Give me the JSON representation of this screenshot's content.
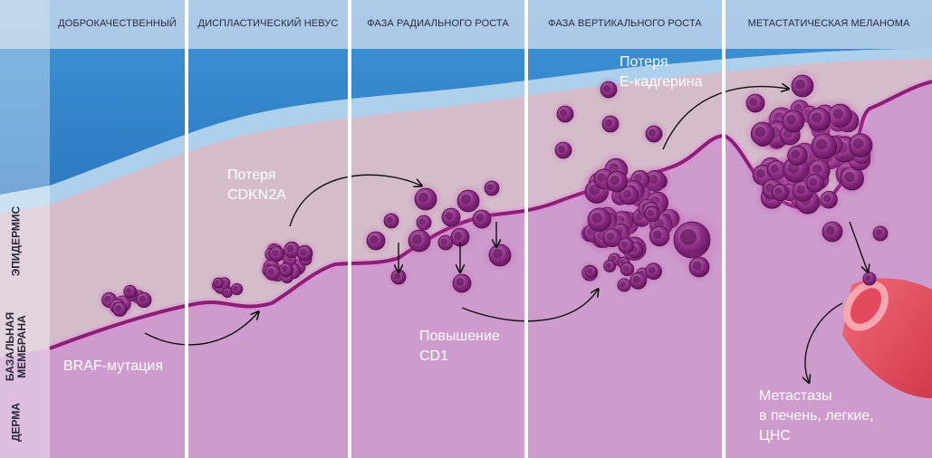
{
  "stages": [
    "ДОБРОКАЧЕСТВЕННЫЙ",
    "ДИСПЛАСТИЧЕСКИЙ НЕВУС",
    "ФАЗА РАДИАЛЬНОГО РОСТА",
    "ФАЗА ВЕРТИКАЛЬНОГО РОСТА",
    "МЕТАСТАТИЧЕСКАЯ МЕЛАНОМА"
  ],
  "layers": {
    "epidermis": "ЭПИДЕРМИС",
    "basement_line1": "БАЗАЛЬНАЯ",
    "basement_line2": "МЕМБРАНА",
    "dermis": "ДЕРМА"
  },
  "annotations": {
    "braf": "BRAF-мутация",
    "cdkn2a_line1": "Потеря",
    "cdkn2a_line2": "CDKN2A",
    "cd1_line1": "Повышение",
    "cd1_line2": "CD1",
    "ecad_line1": "Потеря",
    "ecad_line2": "E-кадгерина",
    "meta_line1": "Метастазы",
    "meta_line2": "в печень, легкие,",
    "meta_line3": "ЦНС"
  },
  "colors": {
    "sky_top": "#5aa9dd",
    "epidermis": "#d3bcc8",
    "dermis": "#cd9ccd",
    "membrane": "#8c1e74",
    "cell": "#8a2a82",
    "vessel": "#e24a5c",
    "divider": "#ffffff"
  }
}
